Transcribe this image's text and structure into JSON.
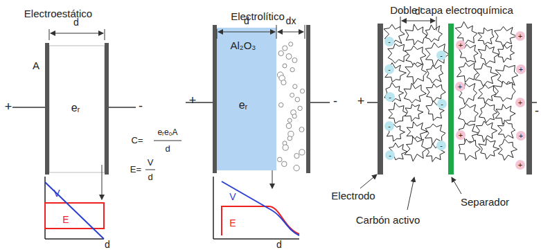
{
  "diagram": {
    "nodes": [
      {
        "text": [
          "eᵣ"
        ]
      },
      {
        "text": [
          "Al₂O₃",
          "eᵣ"
        ]
      }
    ],
    "labels": [
      "Electroestático",
      "Electrolítico",
      "Doble capa electroquímica",
      "d",
      "A",
      "+",
      "-",
      "C=",
      "eᵣe₀A",
      "d",
      "E=",
      "V",
      "d",
      "V",
      "E",
      "d",
      "d",
      "dx",
      "+",
      "-",
      "V",
      "E",
      "d",
      "d'",
      "+",
      "-",
      "Electrodo",
      "Carbón activo",
      "Separador",
      "-",
      "-",
      "-",
      "-",
      "-",
      "-",
      "-",
      "-",
      "+",
      "+",
      "+",
      "+",
      "+",
      "+",
      "+",
      "+"
    ]
  }
}
